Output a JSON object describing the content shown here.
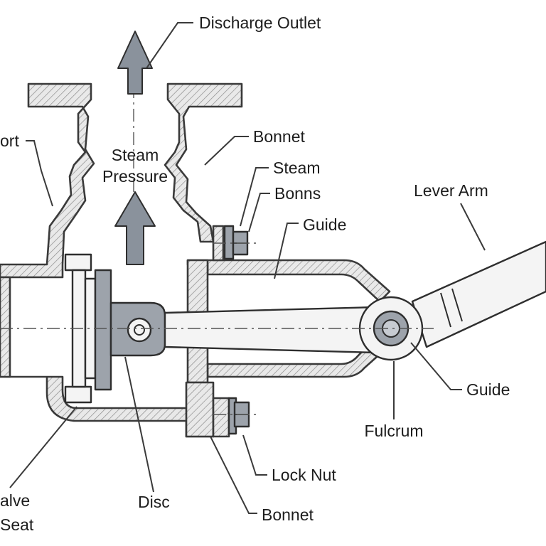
{
  "labels": {
    "discharge_outlet": "Discharge Outlet",
    "port": "ort",
    "bonnet_top": "Bonnet",
    "steam": "Steam",
    "bonns": "Bonns",
    "lever_arm": "Lever Arm",
    "guide_top": "Guide",
    "steam_pressure_1": "Steam",
    "steam_pressure_2": "Pressure",
    "guide_bottom": "Guide",
    "fulcrum": "Fulcrum",
    "lock_nut": "Lock Nut",
    "valve_seat_1": "alve",
    "valve_seat_2": "Seat",
    "disc": "Disc",
    "bonnet_bottom": "Bonnet"
  },
  "colors": {
    "body_outline": "#3a3a3a",
    "part_grey": "#9da3ab",
    "arrow_grey": "#8a929c",
    "text": "#1d1d1d"
  }
}
